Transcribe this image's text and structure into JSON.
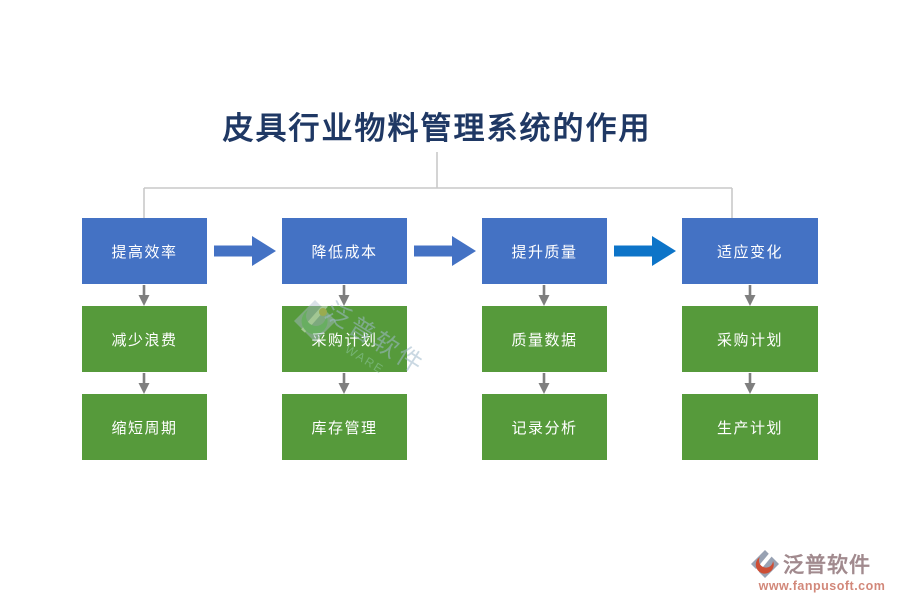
{
  "title": "皮具行业物料管理系统的作用",
  "colors": {
    "title_color": "#1f3864",
    "blue_box": "#4472c4",
    "green_box": "#569a3b",
    "arrow_blue": "#4472c4",
    "arrow_blue_bright": "#0d74c8",
    "arrow_gray": "#7f7f7f",
    "connector": "#c9c9c9",
    "logo_name": "#a18a8e",
    "logo_url": "#d2887a"
  },
  "columns": [
    {
      "top": "提高效率",
      "middle": "减少浪费",
      "bottom": "缩短周期"
    },
    {
      "top": "降低成本",
      "middle": "采购计划",
      "bottom": "库存管理"
    },
    {
      "top": "提升质量",
      "middle": "质量数据",
      "bottom": "记录分析"
    },
    {
      "top": "适应变化",
      "middle": "采购计划",
      "bottom": "生产计划"
    }
  ],
  "watermark": {
    "text": "泛普软件",
    "subtext": "WARE"
  },
  "logo": {
    "name": "泛普软件",
    "url": "www.fanpusoft.com"
  }
}
